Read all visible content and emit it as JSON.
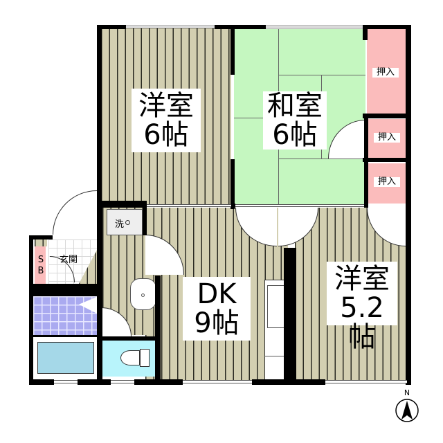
{
  "floorplan": {
    "rooms": {
      "western_room_1": {
        "name": "洋室",
        "size": "6帖"
      },
      "japanese_room": {
        "name": "和室",
        "size": "6帖"
      },
      "dining_kitchen": {
        "name": "DK",
        "size": "9帖"
      },
      "western_room_2": {
        "name": "洋室",
        "size": "5.2帖"
      }
    },
    "closets": [
      "押入",
      "押入",
      "押入"
    ],
    "entrance": {
      "label": "玄関"
    },
    "shoe_box": {
      "label_line1": "S",
      "label_line2": "B"
    },
    "washer": {
      "label": "洗"
    },
    "compass": {
      "label": "N"
    },
    "colors": {
      "wood_floor": "#d3cfb1",
      "tatami": "#c5f7c0",
      "closet": "#fbbcbc",
      "bath_tile": "#aaaaf0",
      "bathtub": "#a5d8e8",
      "toilet_room": "#b8f4fb",
      "wall": "#000000"
    }
  }
}
